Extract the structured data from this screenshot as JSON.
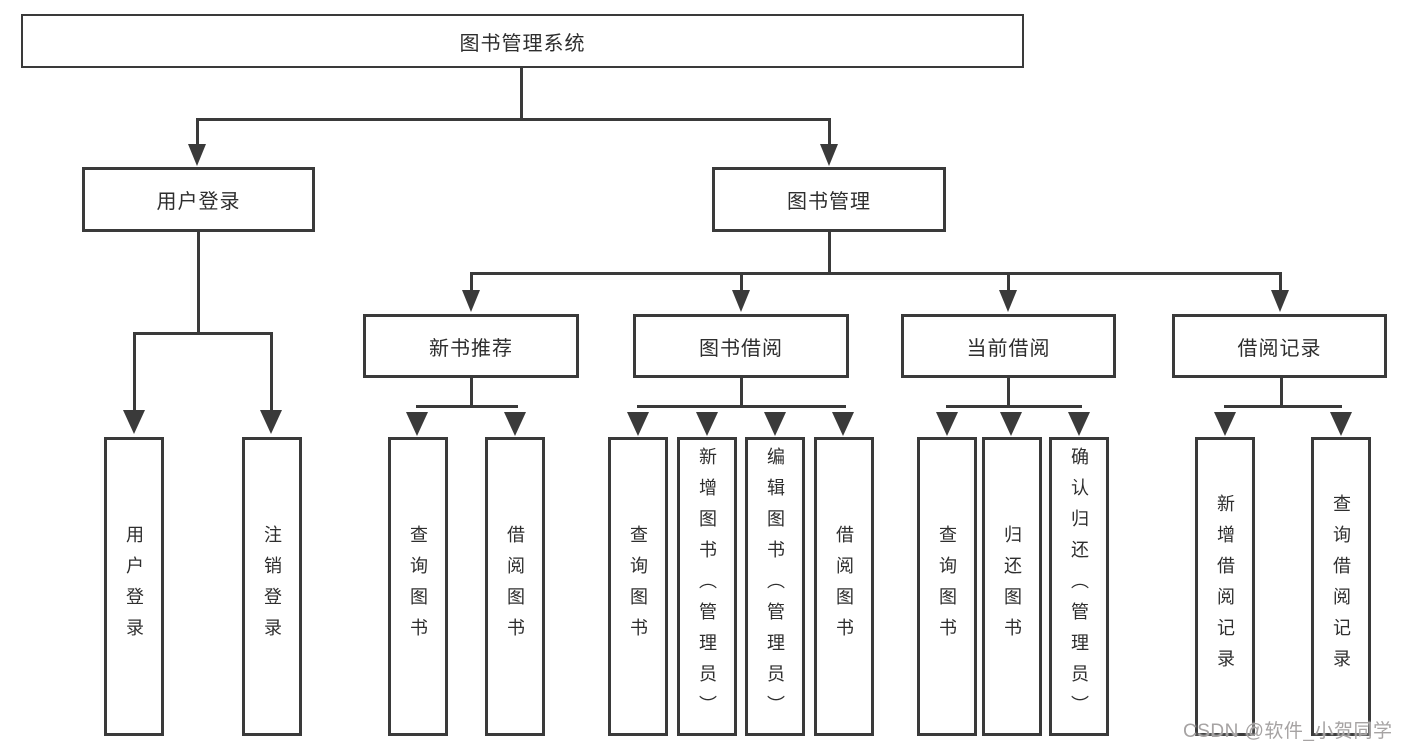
{
  "diagram": {
    "type": "hierarchy-tree",
    "line_color": "#3a3a3a",
    "text_color": "#2e2e2e",
    "nodes": {
      "root": "图书管理系统",
      "user_login": "用户登录",
      "book_management": "图书管理",
      "new_book_recommend": "新书推荐",
      "book_borrow": "图书借阅",
      "current_borrow": "当前借阅",
      "borrow_records": "借阅记录",
      "leaf_user_login": "用户登录",
      "leaf_logout": "注销登录",
      "nbr_query_book": "查询图书",
      "nbr_borrow_book": "借阅图书",
      "bb_query_book": "查询图书",
      "bb_add_book": "新增图书（管理员）",
      "bb_edit_book": "编辑图书（管理员）",
      "bb_borrow_book": "借阅图书",
      "cb_query_book": "查询图书",
      "cb_return_book": "归还图书",
      "cb_confirm_return": "确认归还（管理员）",
      "br_add_record": "新增借阅记录",
      "br_query_record": "查询借阅记录"
    },
    "hierarchy": {
      "label": "图书管理系统",
      "children": [
        {
          "label": "用户登录",
          "children": [
            {
              "label": "用户登录"
            },
            {
              "label": "注销登录"
            }
          ]
        },
        {
          "label": "图书管理",
          "children": [
            {
              "label": "新书推荐",
              "children": [
                {
                  "label": "查询图书"
                },
                {
                  "label": "借阅图书"
                }
              ]
            },
            {
              "label": "图书借阅",
              "children": [
                {
                  "label": "查询图书"
                },
                {
                  "label": "新增图书（管理员）"
                },
                {
                  "label": "编辑图书（管理员）"
                },
                {
                  "label": "借阅图书"
                }
              ]
            },
            {
              "label": "当前借阅",
              "children": [
                {
                  "label": "查询图书"
                },
                {
                  "label": "归还图书"
                },
                {
                  "label": "确认归还（管理员）"
                }
              ]
            },
            {
              "label": "借阅记录",
              "children": [
                {
                  "label": "新增借阅记录"
                },
                {
                  "label": "查询借阅记录"
                }
              ]
            }
          ]
        }
      ]
    }
  },
  "watermark": {
    "text": "CSDN @软件_小贺同学",
    "color": "#a6a3a3"
  }
}
